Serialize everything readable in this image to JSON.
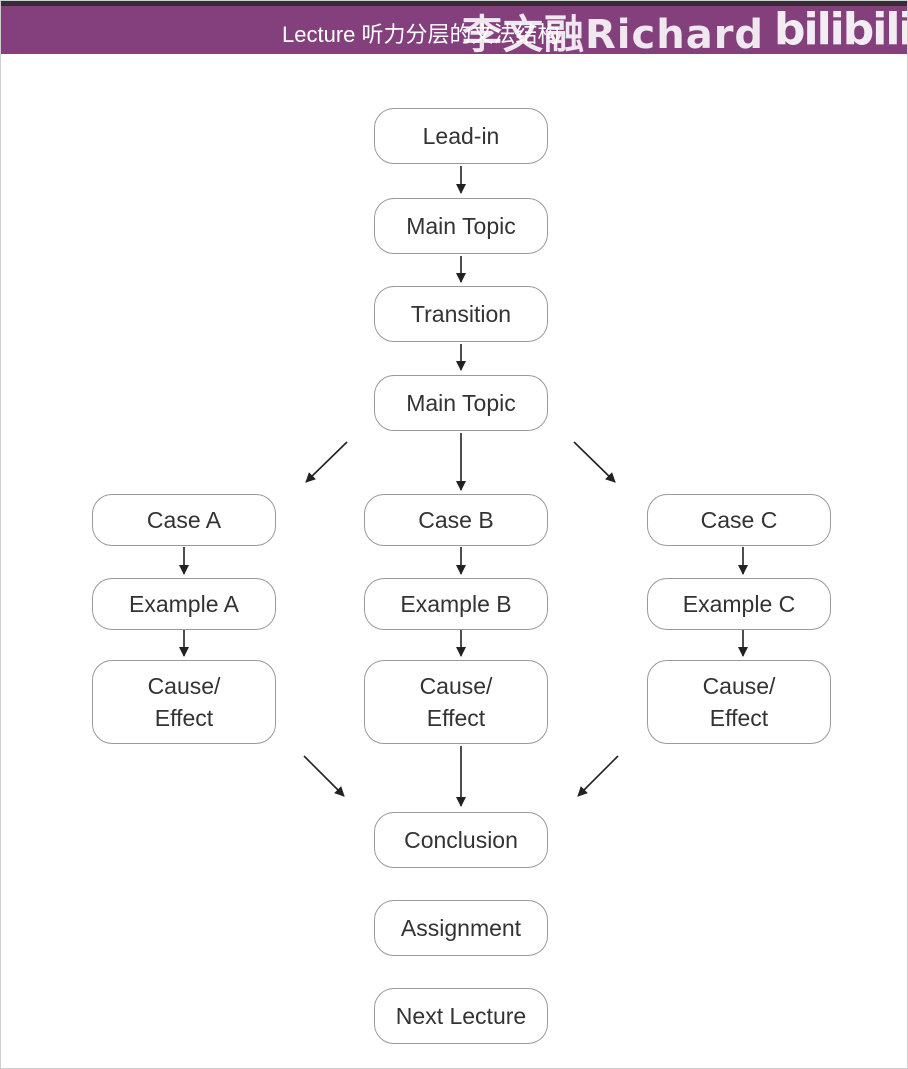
{
  "header": {
    "title": "Lecture 听力分层的文法结构",
    "watermark_name": "李文融Richard",
    "watermark_logo": "bilibili"
  },
  "diagram": {
    "lead_in": "Lead-in",
    "main_topic_1": "Main Topic",
    "transition": "Transition",
    "main_topic_2": "Main Topic",
    "case_a": "Case A",
    "example_a": "Example A",
    "cause_effect_a": "Cause/\nEffect",
    "case_b": "Case B",
    "example_b": "Example B",
    "cause_effect_b": "Cause/\nEffect",
    "case_c": "Case C",
    "example_c": "Example C",
    "cause_effect_c": "Cause/\nEffect",
    "conclusion": "Conclusion",
    "assignment": "Assignment",
    "next_lecture": "Next Lecture"
  },
  "colors": {
    "header_band": "#83407d",
    "node_border": "#9a9a9a",
    "arrow": "#222222"
  }
}
